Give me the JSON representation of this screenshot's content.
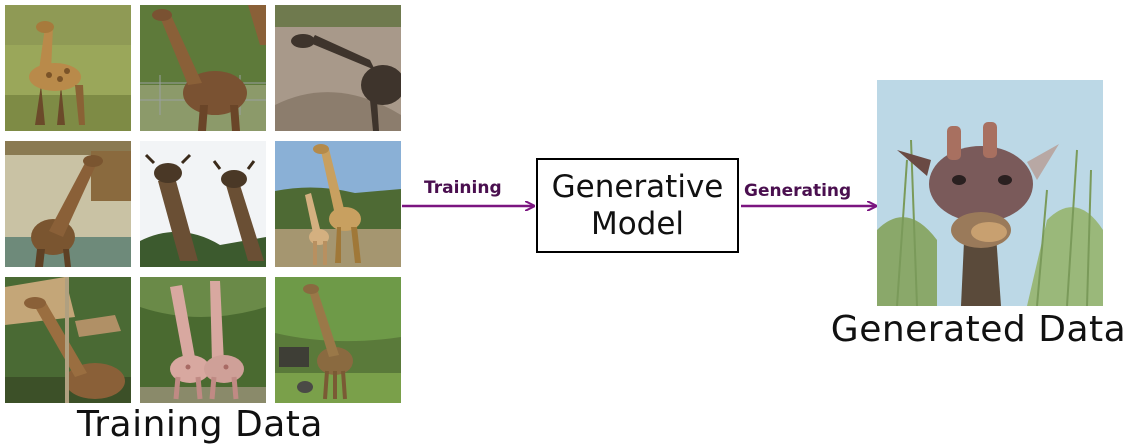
{
  "training_section": {
    "caption": "Training Data",
    "images": [
      "giraffe-grass-photo",
      "giraffe-fence-photo",
      "giraffe-shadow-photo",
      "giraffe-indoor-photo",
      "giraffe-heads-photo",
      "giraffe-pair-savanna-photo",
      "giraffe-umbrella-photo",
      "giraffe-pink-pair-photo",
      "giraffe-lawn-photo"
    ]
  },
  "edges": {
    "training_label": "Training",
    "generating_label": "Generating",
    "arrow_color": "#7b1580"
  },
  "model": {
    "line1": "Generative",
    "line2": "Model"
  },
  "generated_section": {
    "caption": "Generated Data",
    "image": "generated-giraffe-photo"
  }
}
